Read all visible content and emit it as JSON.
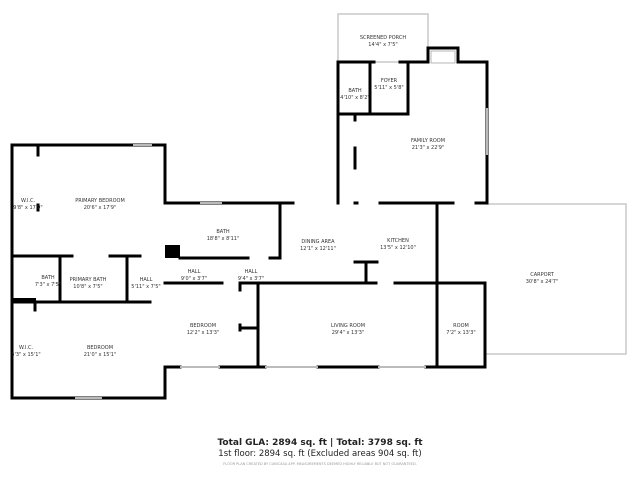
{
  "rooms": [
    {
      "name": "SCREENED PORCH",
      "dims": "14'4\" x 7'5\""
    },
    {
      "name": "FOYER",
      "dims": "5'11\" x 5'8\""
    },
    {
      "name": "BATH",
      "dims": "4'10\" x 8'2\""
    },
    {
      "name": "FAMILY ROOM",
      "dims": "21'3\" x 22'9\""
    },
    {
      "name": "W.I.C.",
      "dims": "9'8\" x 17'9\""
    },
    {
      "name": "PRIMARY BEDROOM",
      "dims": "20'6\" x 17'9\""
    },
    {
      "name": "BATH",
      "dims": "18'8\" x 8'11\""
    },
    {
      "name": "DINING AREA",
      "dims": "12'1\" x 12'11\""
    },
    {
      "name": "KITCHEN",
      "dims": "13'5\" x 12'10\""
    },
    {
      "name": "CARPORT",
      "dims": "30'8\" x 24'7\""
    },
    {
      "name": "BATH",
      "dims": "7'3\" x 7'5\""
    },
    {
      "name": "PRIMARY BATH",
      "dims": "10'8\" x 7'5\""
    },
    {
      "name": "HALL",
      "dims": "5'11\" x 7'5\""
    },
    {
      "name": "HALL",
      "dims": "9'0\" x 3'7\""
    },
    {
      "name": "HALL",
      "dims": "9'4\" x 3'7\""
    },
    {
      "name": "W.I.C.",
      "dims": "3'3\" x 15'1\""
    },
    {
      "name": "BEDROOM",
      "dims": "21'0\" x 15'1\""
    },
    {
      "name": "BEDROOM",
      "dims": "12'2\" x 13'3\""
    },
    {
      "name": "LIVING ROOM",
      "dims": "29'4\" x 13'3\""
    },
    {
      "name": "ROOM",
      "dims": "7'2\" x 13'3\""
    }
  ],
  "totals": {
    "summary": "Total GLA: 2894 sq. ft | Total: 3798 sq. ft",
    "floor": "1st floor: 2894 sq. ft (Excluded areas 904 sq. ft)",
    "disclaimer": "FLOOR PLAN CREATED BY CUBICASA APP. MEASUREMENTS DEEMED HIGHLY RELIABLE BUT NOT GUARANTEED."
  },
  "colors": {
    "wall": "#000000",
    "window": "#cccccc",
    "text": "#333333"
  }
}
